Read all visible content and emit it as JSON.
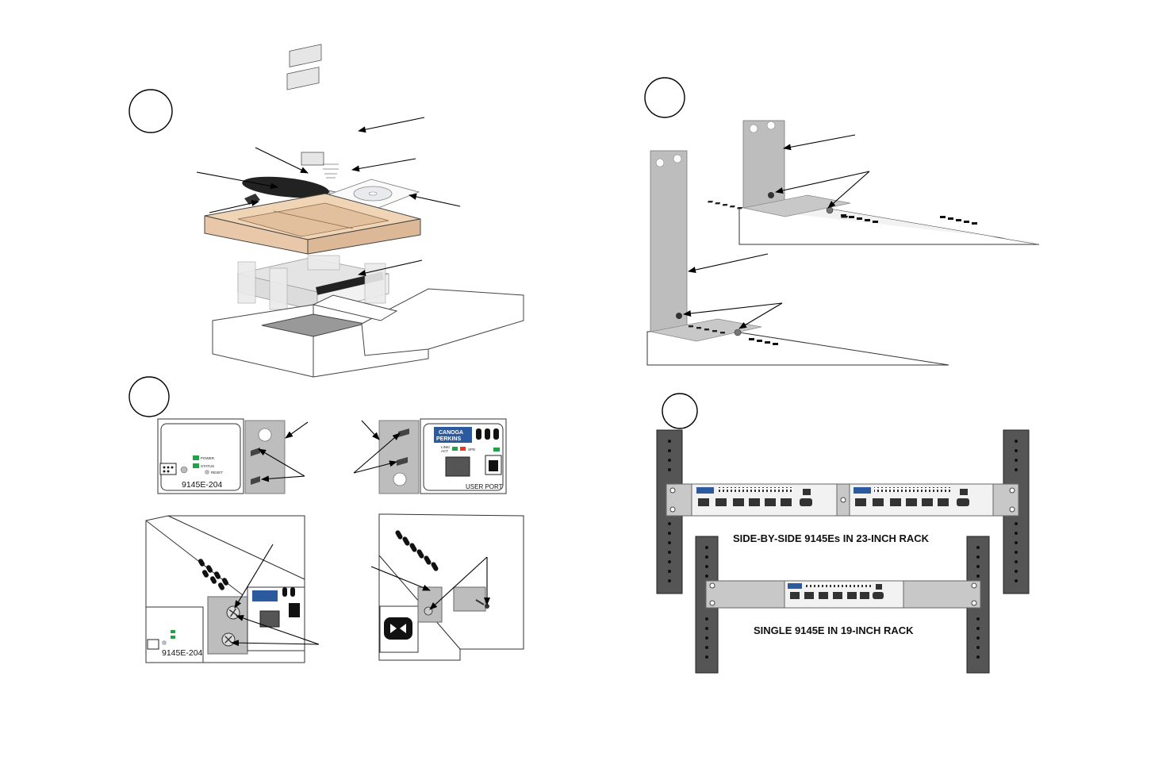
{
  "steps": [
    {
      "id": "step-1"
    },
    {
      "id": "step-2"
    },
    {
      "id": "step-3"
    },
    {
      "id": "step-4"
    }
  ],
  "unit_panel": {
    "model": "9145E-204",
    "power_label": "POWER",
    "status_label": "STATUS",
    "reset_label": "RESET",
    "brand_line1": "CANOGA",
    "brand_line2": "PERKINS",
    "link_label": "LINK/",
    "act_label": "ACT",
    "spd_label": "SPD",
    "user_port_label": "USER PORT"
  },
  "rack_captions": {
    "side_by_side": "SIDE-BY-SIDE 9145Es IN 23-INCH RACK",
    "single": "SINGLE 9145E IN 19-INCH RACK"
  },
  "colors": {
    "carton": "#e8c8a8",
    "rack": "#555555",
    "bracket": "#bdbdbd",
    "led_green": "#22a04a",
    "led_red": "#e23b2a",
    "brand_blue": "#2c5a9e"
  }
}
